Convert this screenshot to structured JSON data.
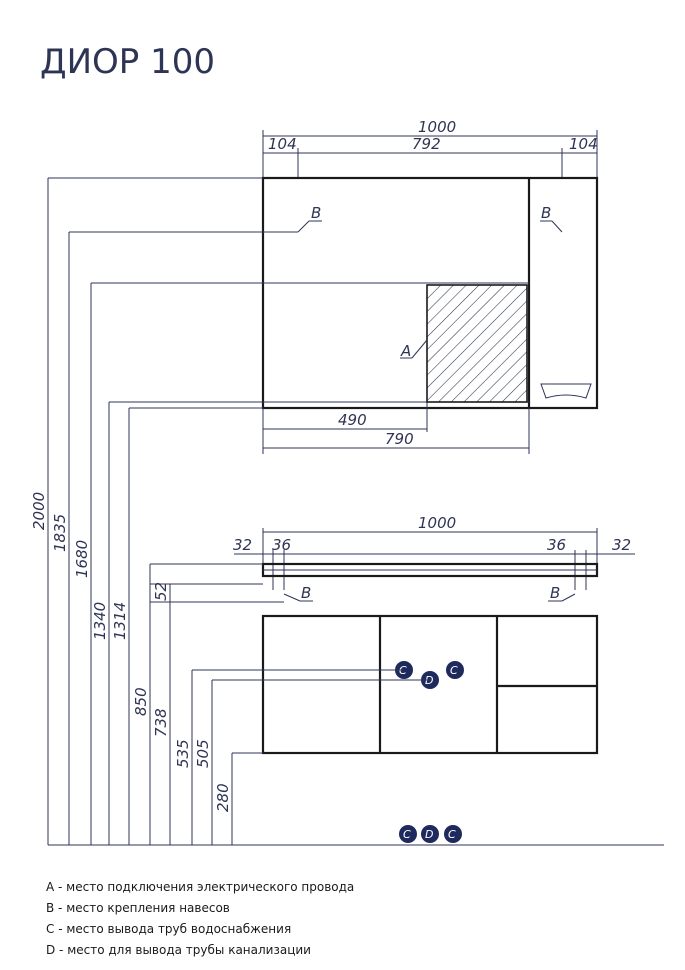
{
  "title": "ДИОР 100",
  "top_view": {
    "width_total": "1000",
    "left_offset": "104",
    "center_width": "792",
    "right_offset": "104",
    "shelf_490": "490",
    "shelf_790": "790",
    "mark_B_left": "B",
    "mark_B_right": "B",
    "mark_A": "A"
  },
  "bottom_view": {
    "width_total": "1000",
    "left_32": "32",
    "left_36": "36",
    "right_36": "36",
    "right_32": "32",
    "mark_B_left": "B",
    "mark_B_right": "B",
    "badge_C": "C",
    "badge_D": "D"
  },
  "heights": [
    "2000",
    "1835",
    "1680",
    "1340",
    "1314",
    "52",
    "850",
    "738",
    "535",
    "505",
    "280"
  ],
  "legend": [
    "А - место подключения электрического провода",
    "В - место крепления навесов",
    "С - место вывода труб водоснабжения",
    "D - место для вывода трубы канализации"
  ],
  "colors": {
    "ink": "#2e3454",
    "badge": "#1f2a5c"
  }
}
